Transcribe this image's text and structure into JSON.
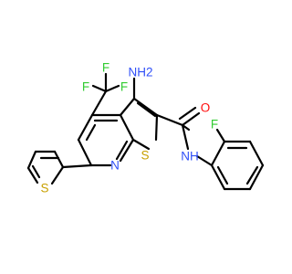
{
  "molecule": {
    "colors": {
      "bond": "#000000",
      "F": "#33CC33",
      "N": "#3050F8",
      "O": "#FF0D0D",
      "S": "#C8A000"
    },
    "labels": {
      "F1": "F",
      "F2": "F",
      "F3": "F",
      "NH2": "NH2",
      "O": "O",
      "NH": "NH",
      "F_aryl": "F",
      "N_ring": "N",
      "S_ring": "S",
      "S_thiophene": "S"
    }
  }
}
